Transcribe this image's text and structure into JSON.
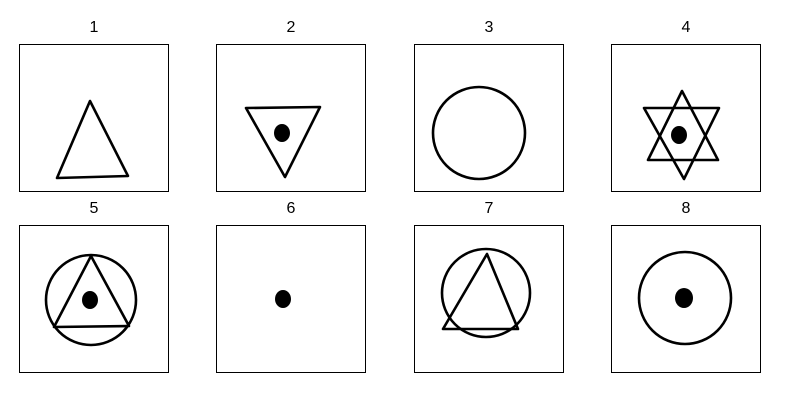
{
  "panels": [
    {
      "label": "1",
      "figure": "triangle-up"
    },
    {
      "label": "2",
      "figure": "triangle-down-with-dot"
    },
    {
      "label": "3",
      "figure": "circle"
    },
    {
      "label": "4",
      "figure": "hexagram-with-dot"
    },
    {
      "label": "5",
      "figure": "circle-triangle-with-dot"
    },
    {
      "label": "6",
      "figure": "dot"
    },
    {
      "label": "7",
      "figure": "circle-triangle"
    },
    {
      "label": "8",
      "figure": "circle-with-dot"
    }
  ],
  "colors": {
    "ink": "#000000",
    "background": "#ffffff"
  }
}
